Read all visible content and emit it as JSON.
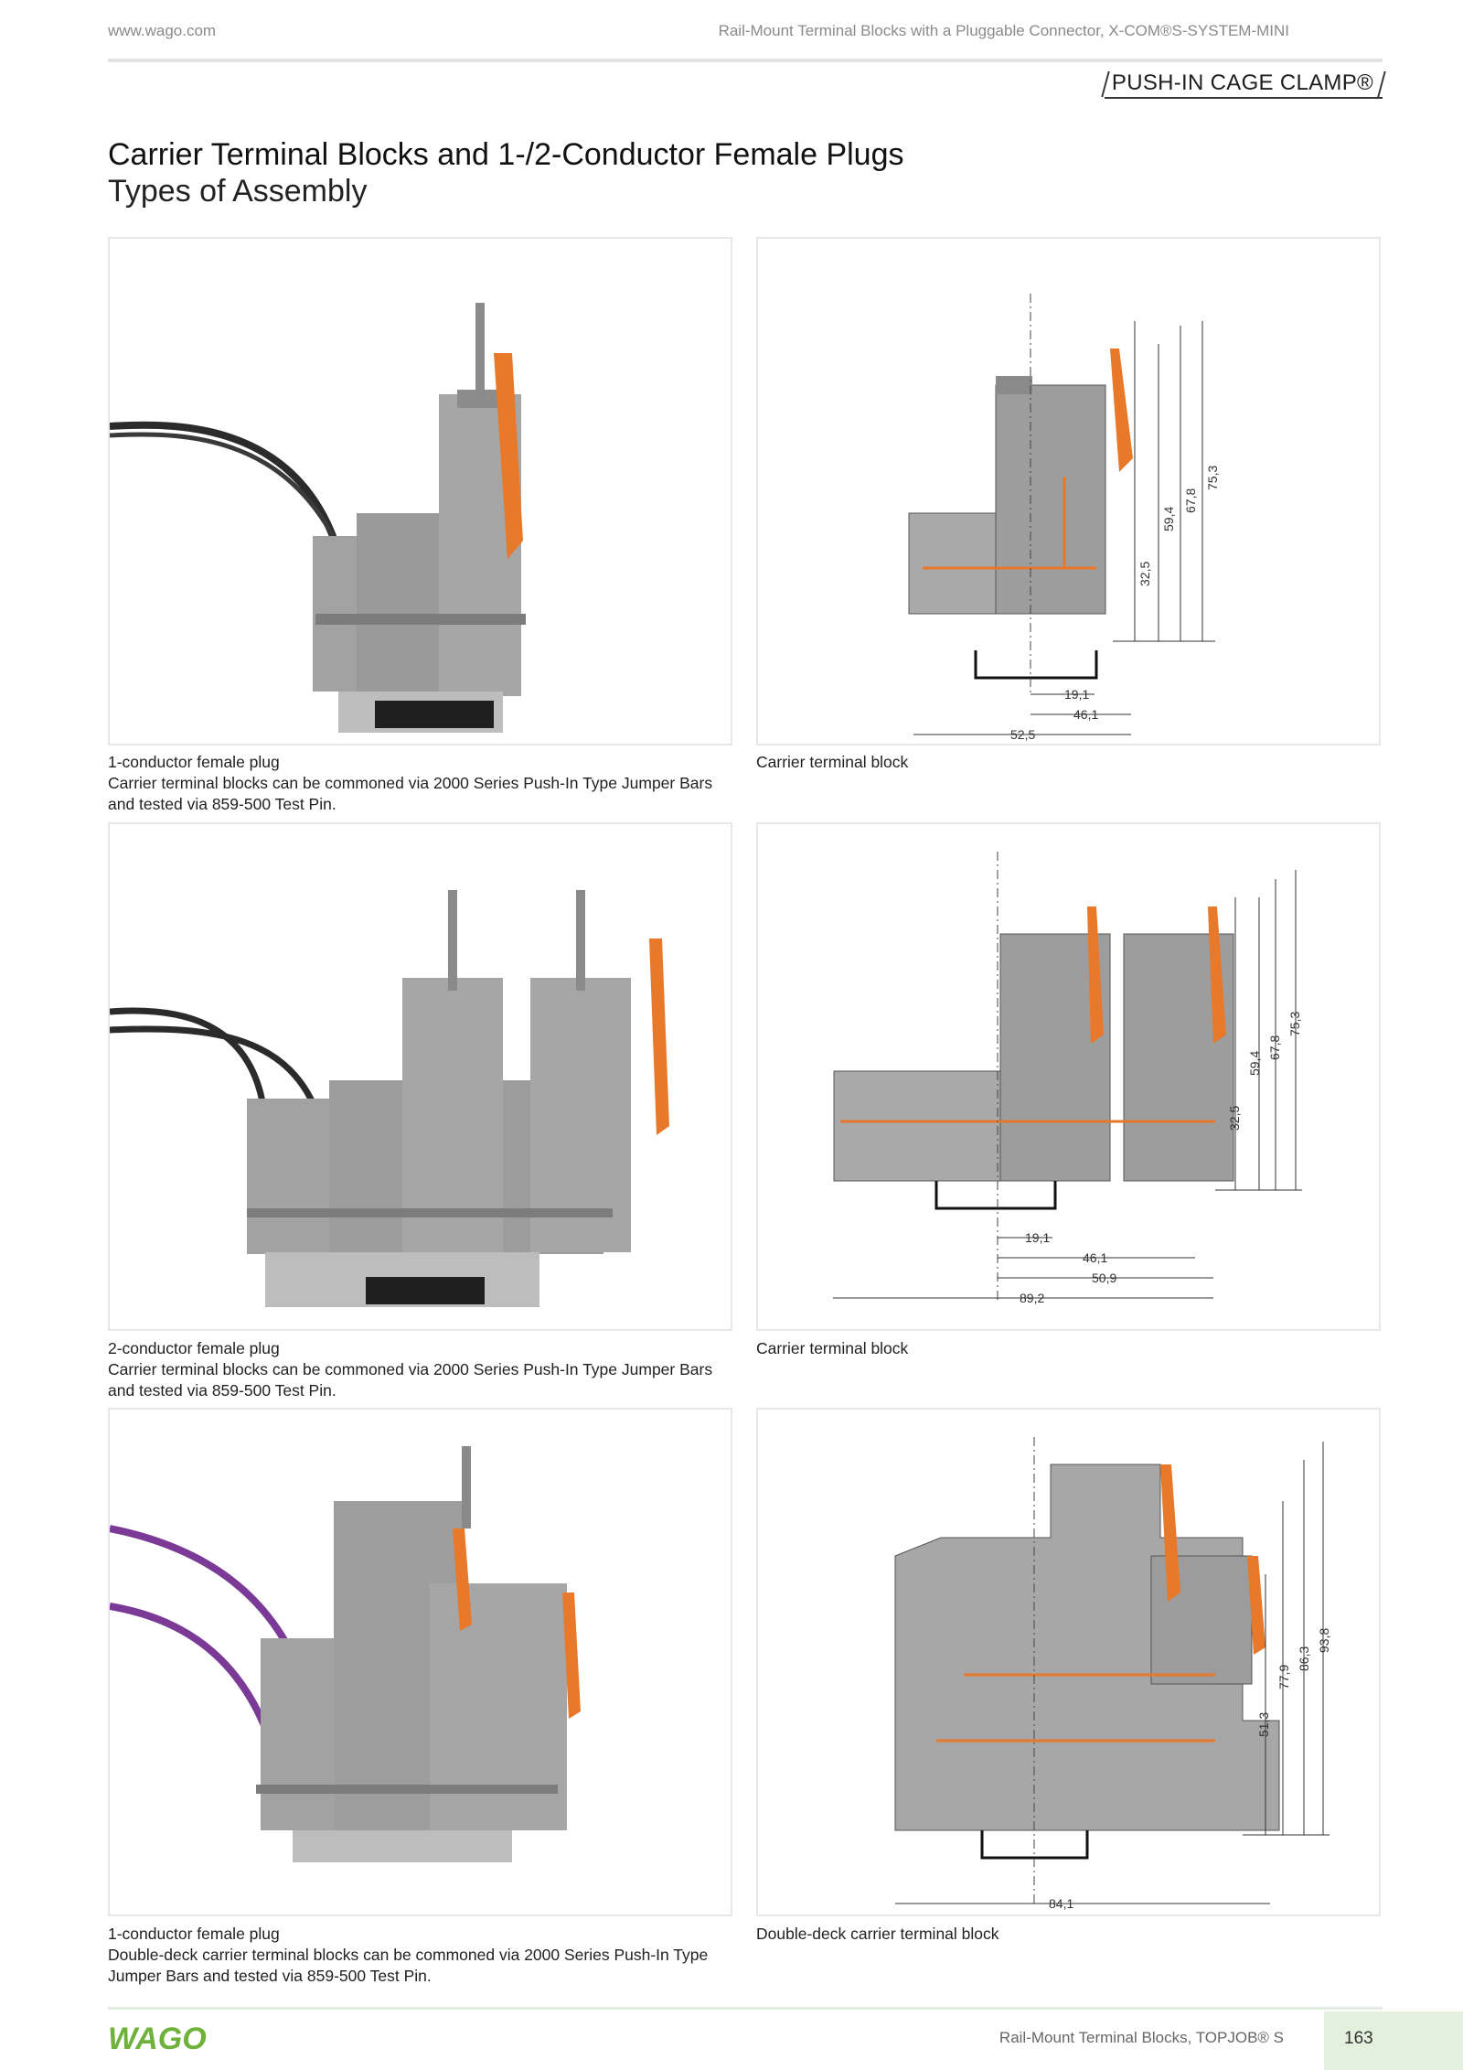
{
  "header": {
    "url": "www.wago.com",
    "section": "Rail-Mount Terminal Blocks with a Pluggable Connector, X-COM®S-SYSTEM-MINI",
    "brand_tag": "PUSH-IN CAGE CLAMP®"
  },
  "page_title": "Carrier Terminal Blocks and 1-/2-Conductor Female Plugs",
  "page_subtitle": "Types of Assembly",
  "panels": [
    {
      "caption_title": "1-conductor female plug",
      "caption_text": "Carrier terminal blocks can be commoned via 2000 Series Push-In Type Jumper Bars and tested via 859-500 Test Pin."
    },
    {
      "caption_title": "Carrier terminal block",
      "dims": {
        "w1": "19,1",
        "w2": "46,1",
        "w3": "52,5",
        "h1": "32,5",
        "h2": "59,4",
        "h3": "67,8",
        "h4": "75,3"
      }
    },
    {
      "caption_title": "2-conductor female plug",
      "caption_text": "Carrier terminal blocks can be commoned via 2000 Series Push-In Type Jumper Bars and tested via 859-500 Test Pin."
    },
    {
      "caption_title": "Carrier terminal block",
      "dims": {
        "w1": "19,1",
        "w2": "46,1",
        "w3": "50,9",
        "w4": "89,2",
        "h1": "32,5",
        "h2": "59,4",
        "h3": "67,8",
        "h4": "75,3"
      }
    },
    {
      "caption_title": "1-conductor female plug",
      "caption_text": "Double-deck carrier terminal blocks can be commoned via 2000 Series Push-In Type Jumper Bars and tested via 859-500 Test Pin."
    },
    {
      "caption_title": "Double-deck carrier terminal block",
      "dims": {
        "w1": "84,1",
        "h1": "51,3",
        "h2": "77,9",
        "h3": "86,3",
        "h4": "93,8"
      }
    }
  ],
  "footer": {
    "logo": "WAGO",
    "text": "Rail-Mount Terminal Blocks, TOPJOB® S",
    "page_number": "163"
  },
  "colors": {
    "gray_body": "#9c9c9c",
    "orange": "#e8782a",
    "purple": "#7a3a96",
    "wago_green": "#6fb23b",
    "page_box": "#e4f0de"
  }
}
